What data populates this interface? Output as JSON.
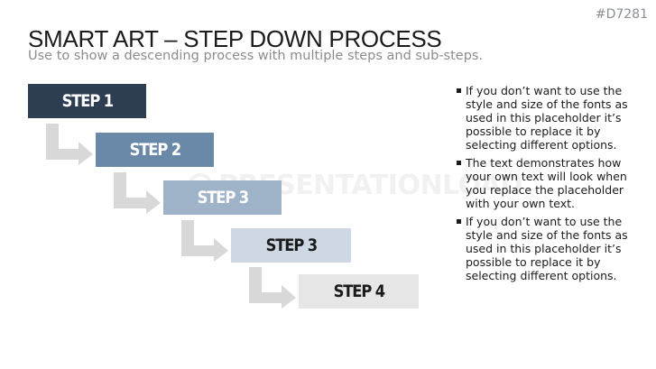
{
  "slide_id": "#D7281",
  "title": "SMART ART – STEP DOWN PROCESS",
  "subtitle": "Use to show a descending process with multiple steps and sub-steps.",
  "watermark": "PRESENTATIONLOAD",
  "steps": [
    {
      "label": "STEP 1",
      "fill": "#2e3e52",
      "text_color": "#ffffff"
    },
    {
      "label": "STEP 2",
      "fill": "#6a88a7",
      "text_color": "#ffffff"
    },
    {
      "label": "STEP 3",
      "fill": "#9eb2c8",
      "text_color": "#ffffff"
    },
    {
      "label": "STEP 3",
      "fill": "#cdd8e4",
      "text_color": "#1b1b1b"
    },
    {
      "label": "STEP 4",
      "fill": "#e6e6e6",
      "text_color": "#1b1b1b"
    }
  ],
  "arrow_color": "#d8d8d8",
  "bullets": [
    "If you don’t want to use the style and size of the fonts as used in this placeholder it’s possible to replace it by selecting different options.",
    "The text demonstrates how your own text will look when you replace the placeholder with your own text.",
    "If you don’t want to use the style and size of the fonts as used in this placeholder it’s possible to replace it by selecting different options."
  ]
}
